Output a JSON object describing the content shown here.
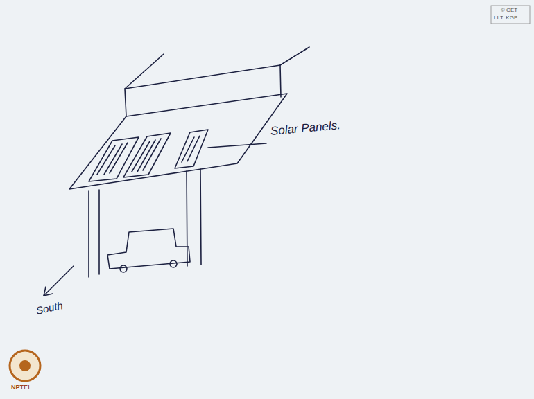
{
  "diagram": {
    "labels": [
      "Solar Panels.",
      "South",
      "© CET",
      "I.I.T. KGP",
      "NPTEL"
    ]
  }
}
